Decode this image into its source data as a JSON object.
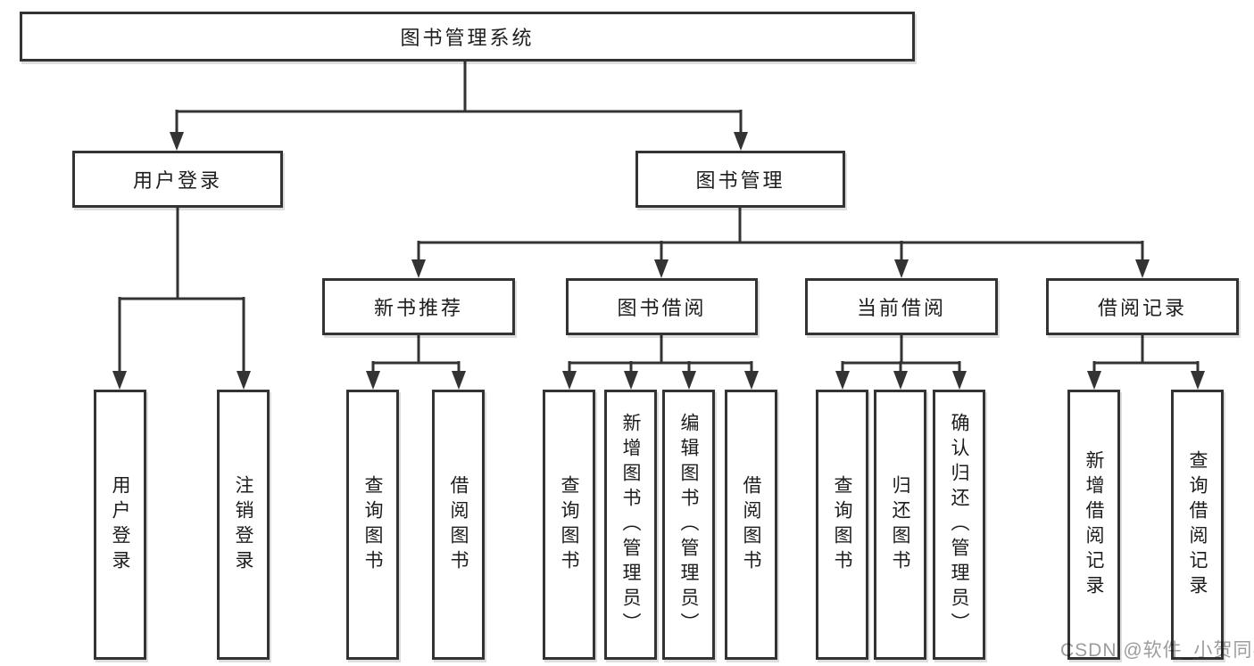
{
  "diagram": {
    "title": "图书管理系统",
    "root": {
      "label": "图书管理系统"
    },
    "level2": [
      {
        "label": "用户登录"
      },
      {
        "label": "图书管理"
      }
    ],
    "level3": [
      {
        "label": "新书推荐",
        "parent": "图书管理"
      },
      {
        "label": "图书借阅",
        "parent": "图书管理"
      },
      {
        "label": "当前借阅",
        "parent": "图书管理"
      },
      {
        "label": "借阅记录",
        "parent": "图书管理"
      }
    ],
    "leaves": [
      {
        "label": "用户登录",
        "parent": "用户登录"
      },
      {
        "label": "注销登录",
        "parent": "用户登录"
      },
      {
        "label": "查询图书",
        "parent": "新书推荐"
      },
      {
        "label": "借阅图书",
        "parent": "新书推荐"
      },
      {
        "label": "查询图书",
        "parent": "图书借阅"
      },
      {
        "label": "新增图书（管理员）",
        "parent": "图书借阅"
      },
      {
        "label": "编辑图书（管理员）",
        "parent": "图书借阅"
      },
      {
        "label": "借阅图书",
        "parent": "图书借阅"
      },
      {
        "label": "查询图书",
        "parent": "当前借阅"
      },
      {
        "label": "归还图书",
        "parent": "当前借阅"
      },
      {
        "label": "确认归还（管理员）",
        "parent": "当前借阅"
      },
      {
        "label": "新增借阅记录",
        "parent": "借阅记录"
      },
      {
        "label": "查询借阅记录",
        "parent": "借阅记录"
      }
    ]
  },
  "watermark": {
    "text": "CSDN @软件_小贺同学"
  },
  "colors": {
    "line": "#333333",
    "text": "#1d1d1d",
    "box_fill": "#ffffff",
    "background": "#ffffff",
    "watermark": "#9c9c9c"
  }
}
